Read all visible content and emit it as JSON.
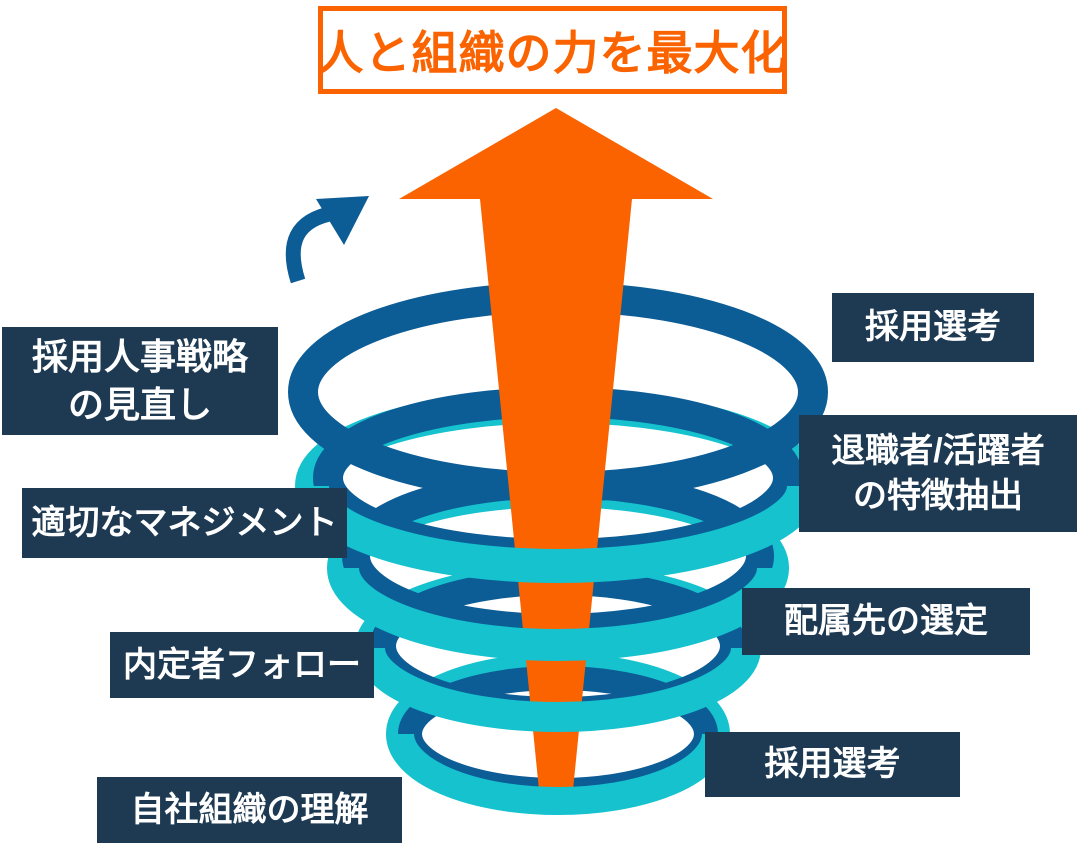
{
  "title": {
    "text": "人と組織の力を最大化"
  },
  "labels": [
    {
      "name": "recruitment-hr-strategy-review",
      "line1": "採用人事戦略",
      "line2": "の見直し"
    },
    {
      "name": "appropriate-management",
      "line1": "適切なマネジメント",
      "line2": ""
    },
    {
      "name": "prospective-hire-follow-up",
      "line1": "内定者フォロー",
      "line2": ""
    },
    {
      "name": "understanding-own-organization",
      "line1": "自社組織の理解",
      "line2": ""
    },
    {
      "name": "recruitment-screening-top",
      "line1": "採用選考",
      "line2": ""
    },
    {
      "name": "retiree-high-performer-traits",
      "line1": "退職者/活躍者",
      "line2": "の特徴抽出"
    },
    {
      "name": "assignment-destination-selection",
      "line1": "配属先の選定",
      "line2": ""
    },
    {
      "name": "recruitment-screening-bottom",
      "line1": "採用選考",
      "line2": ""
    }
  ],
  "colors": {
    "orange": "#FA6300",
    "spiral_dark_blue": "#0C5C96",
    "spiral_cyan": "#15C2CE",
    "label_navy": "#1E3A52",
    "label_text": "#FFFFFF",
    "title_text": "#FA6300"
  },
  "icons": [
    {
      "name": "upward-arrow",
      "shape": "large tapered arrow rising through spiral"
    },
    {
      "name": "curved-arrow-icon",
      "shape": "small swoosh arrow pointing up-right"
    }
  ]
}
